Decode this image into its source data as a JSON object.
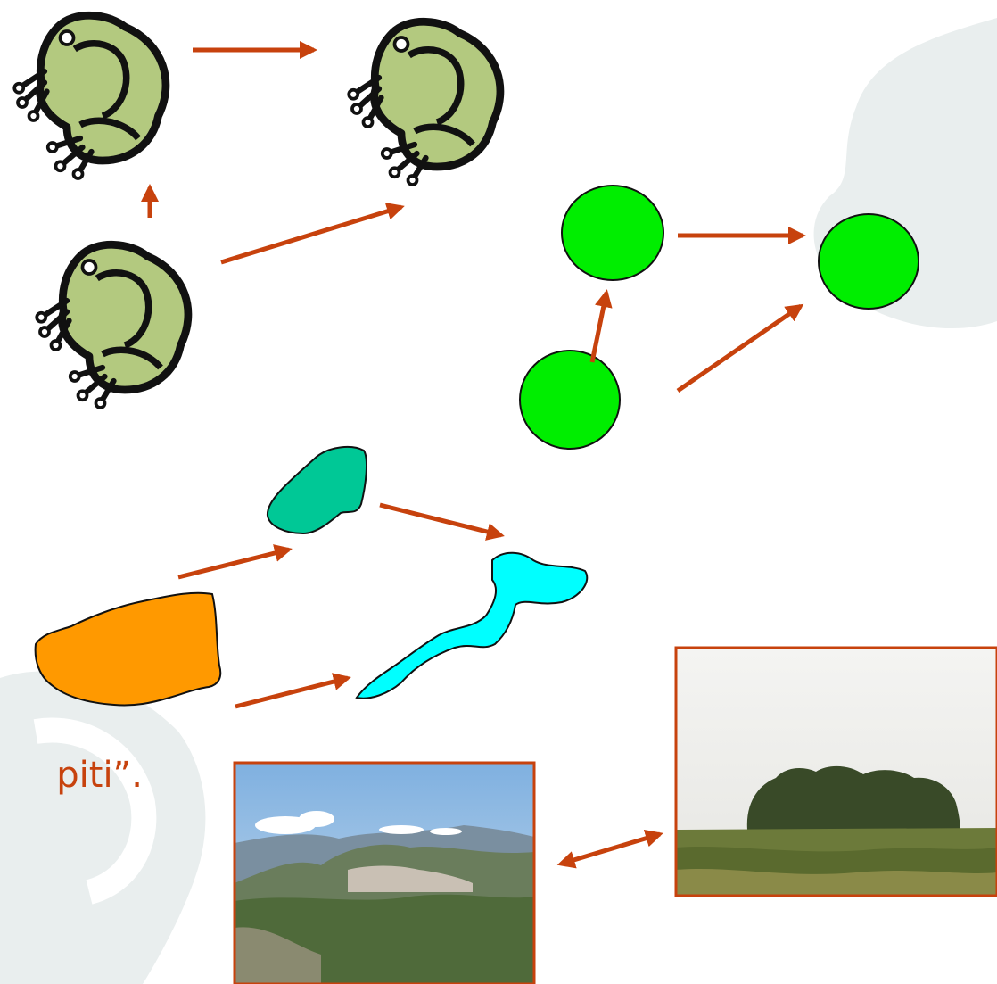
{
  "caption_fragment": "piti”.",
  "colors": {
    "arrow": "#c7420d",
    "frog_body": "#b3c97f",
    "node_circle": "#00ee00",
    "patch_teal": "#00c896",
    "patch_cyan": "#00ffff",
    "patch_orange": "#ff9900",
    "photo_border": "#c7420d",
    "background_shape": "#e9eeee"
  },
  "icons": [
    "frog-icon",
    "frog-icon",
    "frog-icon"
  ],
  "photos": [
    {
      "subject": "hillside-village-landscape"
    },
    {
      "subject": "tree-grove-in-field"
    }
  ]
}
